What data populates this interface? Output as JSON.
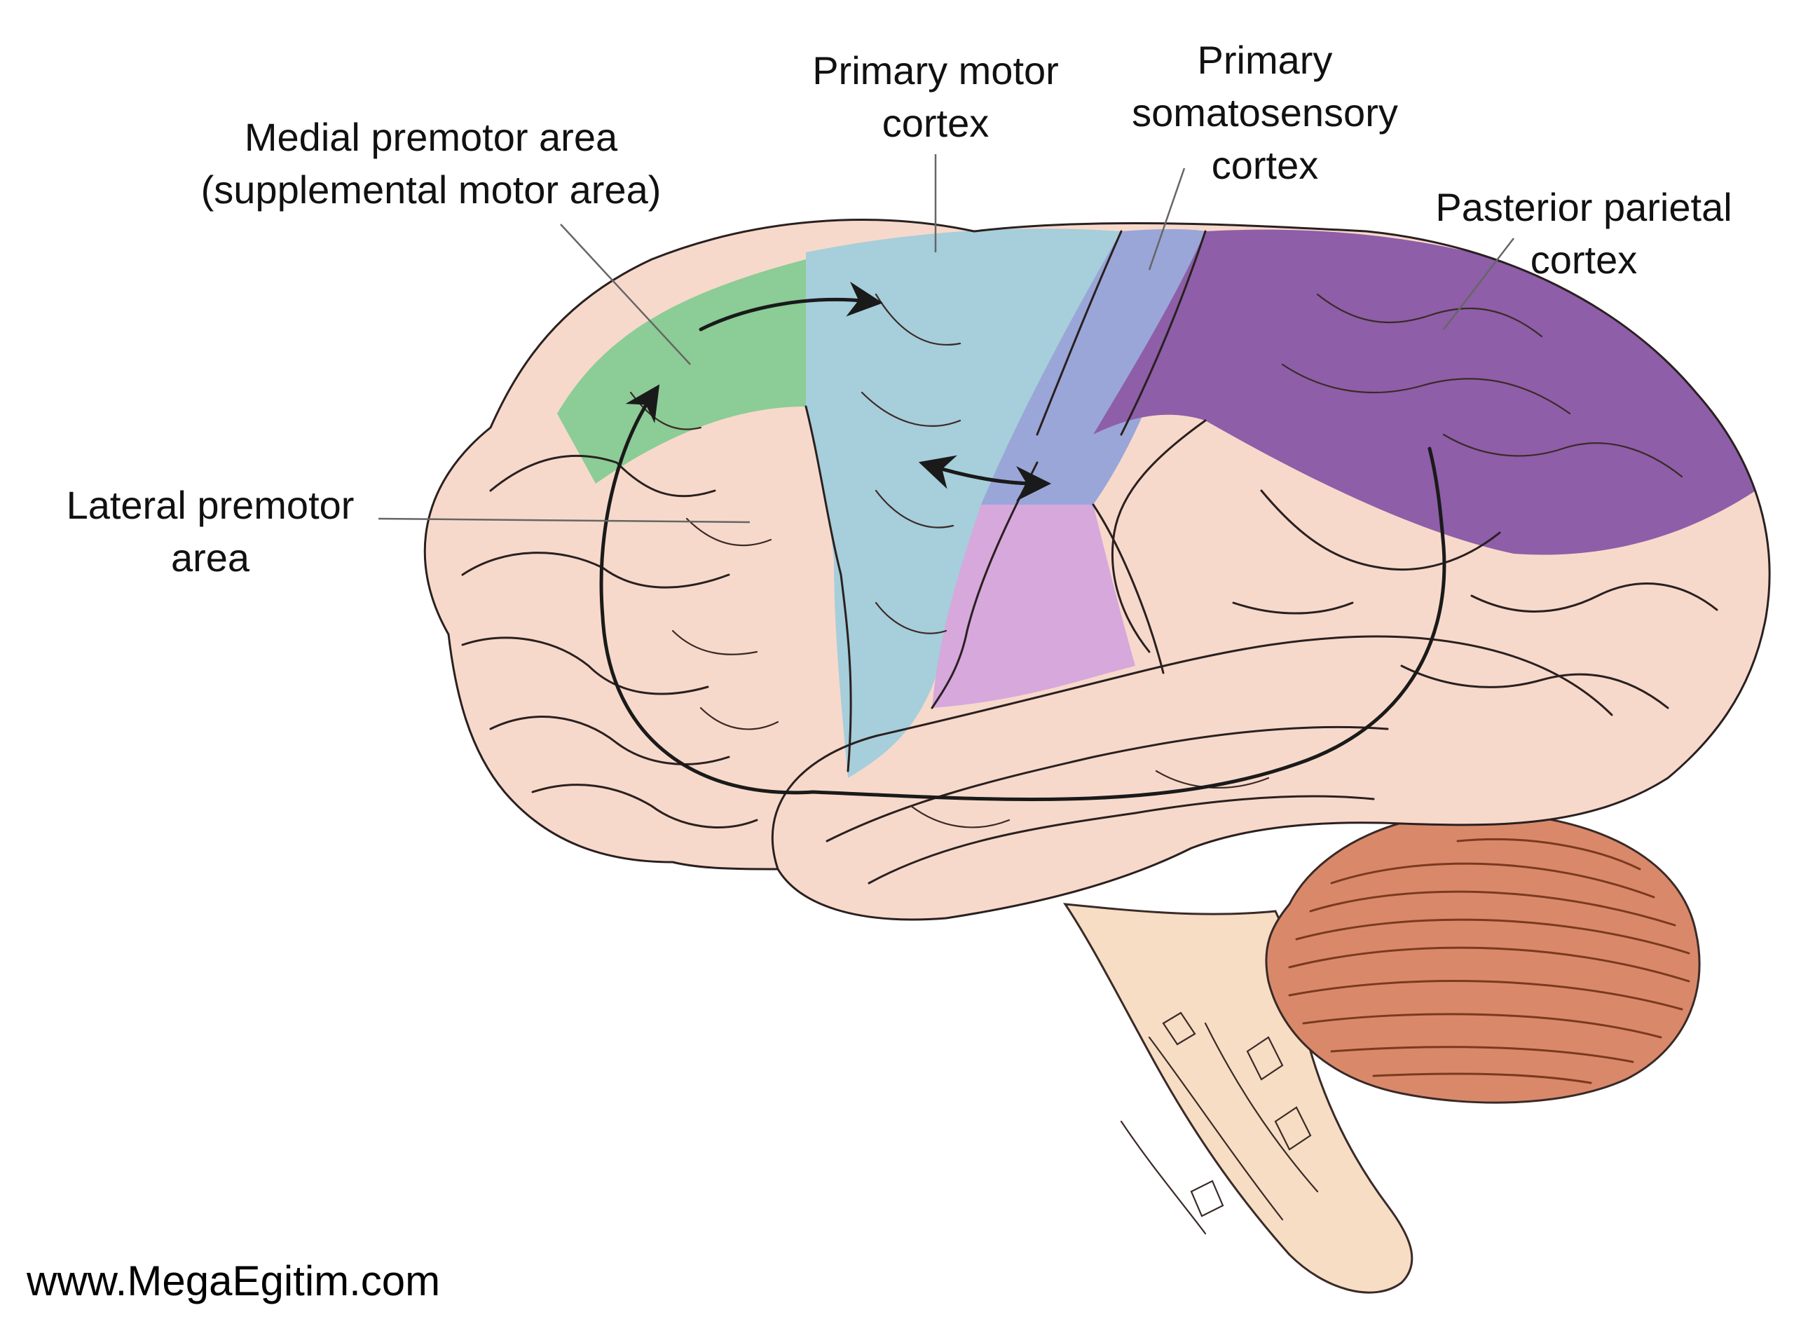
{
  "labels": {
    "medial_premotor_line1": "Medial premotor area",
    "medial_premotor_line2": "(supplemental motor area)",
    "primary_motor_line1": "Primary motor",
    "primary_motor_line2": "cortex",
    "primary_somatosensory_line1": "Primary",
    "primary_somatosensory_line2": "somatosensory",
    "primary_somatosensory_line3": "cortex",
    "posterior_parietal_line1": "Pasterior parietal",
    "posterior_parietal_line2": "cortex",
    "lateral_premotor_line1": "Lateral premotor",
    "lateral_premotor_line2": "area"
  },
  "watermark": "www.MegaEgitim.com",
  "colors": {
    "cortex_base": "#f7d9cb",
    "medial_premotor": "#8ccc96",
    "primary_motor": "#a6cedb",
    "somatosensory_upper": "#9aa6d8",
    "somatosensory_lower": "#d6a8dc",
    "posterior_parietal": "#8e5ea8",
    "cerebellum": "#d9896a",
    "brainstem": "#f7ddc4"
  }
}
